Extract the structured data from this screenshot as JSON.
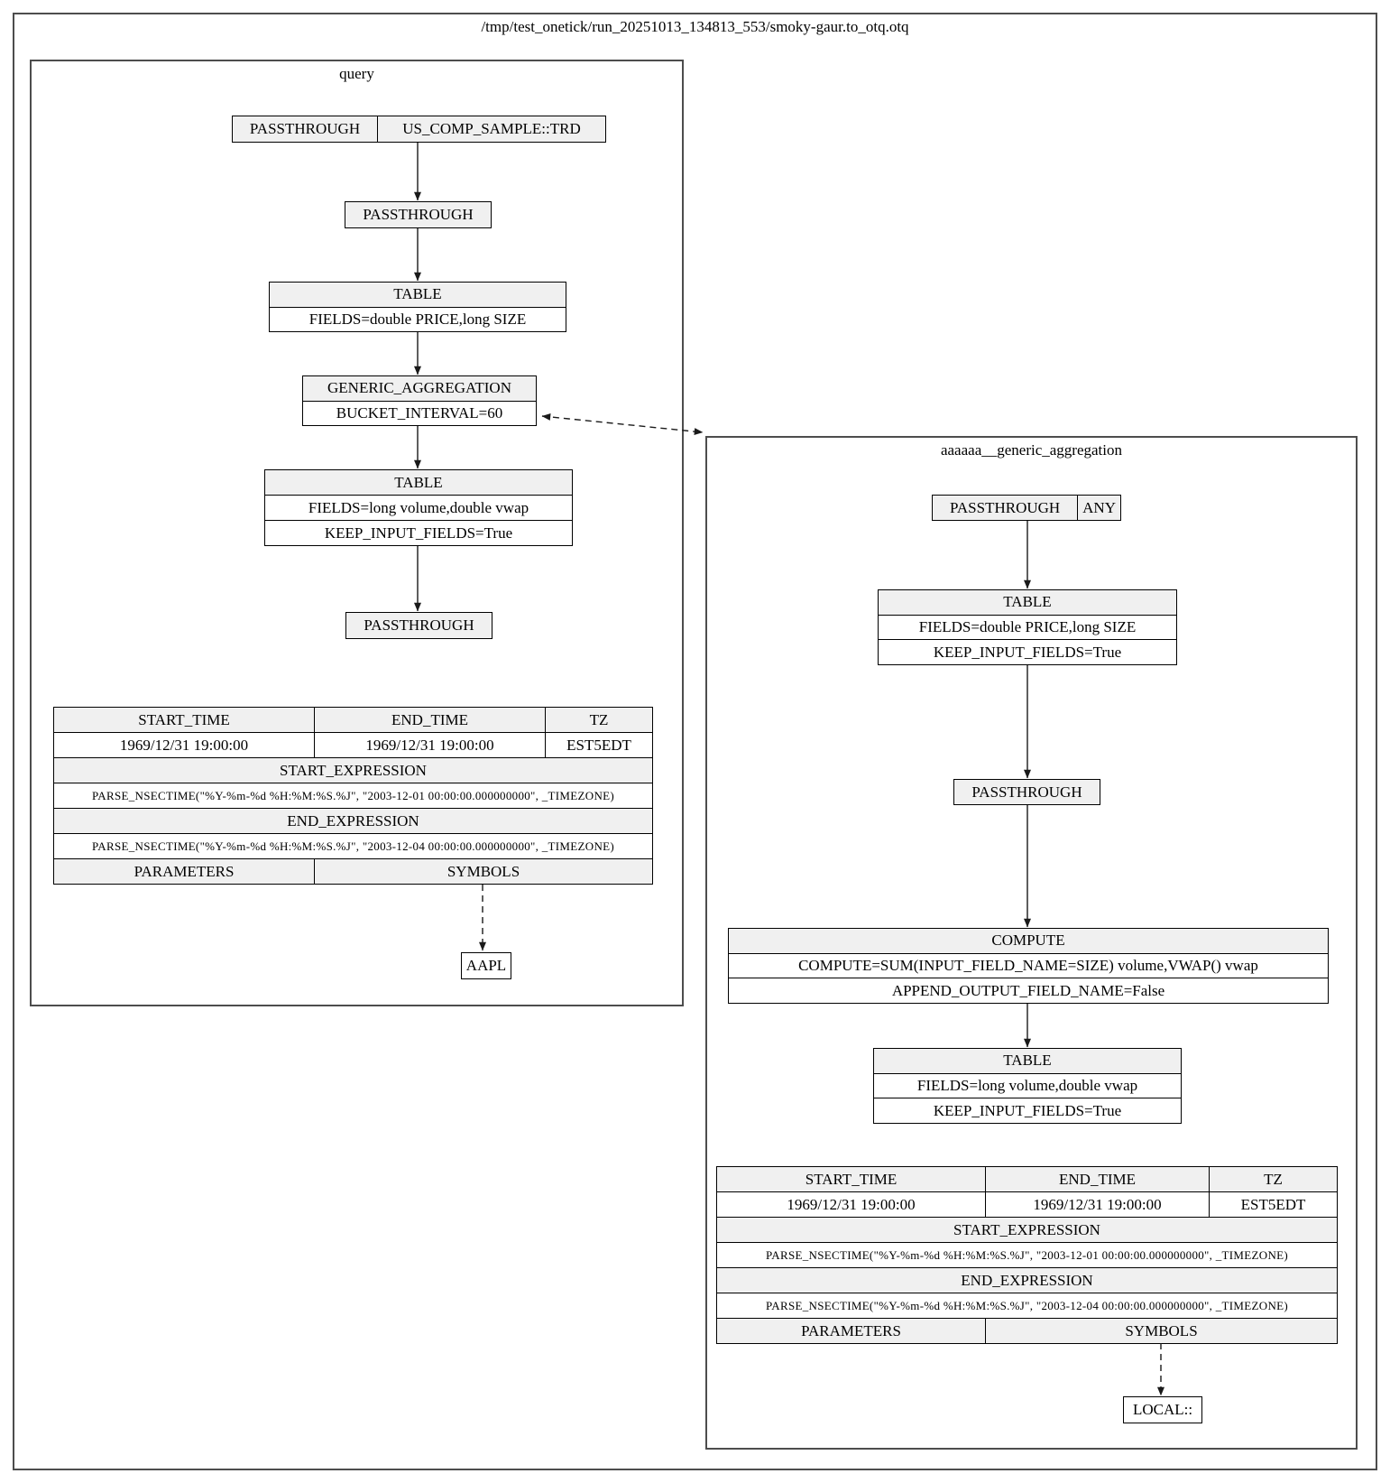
{
  "window": {
    "title": "/tmp/test_onetick/run_20251013_134813_553/smoky-gaur.to_otq.otq"
  },
  "colors": {
    "cell_fill": "#f0f0f0",
    "cluster_border": "#4d4d4d",
    "node_border": "#000000"
  },
  "clusters": {
    "query": {
      "label": "query",
      "source_node": {
        "op": "PASSTHROUGH",
        "symbol": "US_COMP_SAMPLE::TRD"
      },
      "passthrough1": "PASSTHROUGH",
      "table1": {
        "header": "TABLE",
        "row1": "FIELDS=double PRICE,long SIZE"
      },
      "generic_aggregation": {
        "header": "GENERIC_AGGREGATION",
        "row1": "BUCKET_INTERVAL=60"
      },
      "table2": {
        "header": "TABLE",
        "row1": "FIELDS=long volume,double vwap",
        "row2": "KEEP_INPUT_FIELDS=True"
      },
      "passthrough2": "PASSTHROUGH",
      "summary": {
        "start_time_label": "START_TIME",
        "end_time_label": "END_TIME",
        "tz_label": "TZ",
        "start_time": "1969/12/31 19:00:00",
        "end_time": "1969/12/31 19:00:00",
        "tz": "EST5EDT",
        "start_expression_label": "START_EXPRESSION",
        "start_expression": "PARSE_NSECTIME(\"%Y-%m-%d %H:%M:%S.%J\", \"2003-12-01 00:00:00.000000000\", _TIMEZONE)",
        "end_expression_label": "END_EXPRESSION",
        "end_expression": "PARSE_NSECTIME(\"%Y-%m-%d %H:%M:%S.%J\", \"2003-12-04 00:00:00.000000000\", _TIMEZONE)",
        "parameters_label": "PARAMETERS",
        "symbols_label": "SYMBOLS"
      },
      "symbol_node": "AAPL"
    },
    "agg": {
      "label": "aaaaaa__generic_aggregation",
      "source_node": {
        "op": "PASSTHROUGH",
        "symbol": "ANY"
      },
      "table1": {
        "header": "TABLE",
        "row1": "FIELDS=double PRICE,long SIZE",
        "row2": "KEEP_INPUT_FIELDS=True"
      },
      "passthrough1": "PASSTHROUGH",
      "compute": {
        "header": "COMPUTE",
        "row1": "COMPUTE=SUM(INPUT_FIELD_NAME=SIZE) volume,VWAP() vwap",
        "row2": "APPEND_OUTPUT_FIELD_NAME=False"
      },
      "table2": {
        "header": "TABLE",
        "row1": "FIELDS=long volume,double vwap",
        "row2": "KEEP_INPUT_FIELDS=True"
      },
      "summary": {
        "start_time_label": "START_TIME",
        "end_time_label": "END_TIME",
        "tz_label": "TZ",
        "start_time": "1969/12/31 19:00:00",
        "end_time": "1969/12/31 19:00:00",
        "tz": "EST5EDT",
        "start_expression_label": "START_EXPRESSION",
        "start_expression": "PARSE_NSECTIME(\"%Y-%m-%d %H:%M:%S.%J\", \"2003-12-01 00:00:00.000000000\", _TIMEZONE)",
        "end_expression_label": "END_EXPRESSION",
        "end_expression": "PARSE_NSECTIME(\"%Y-%m-%d %H:%M:%S.%J\", \"2003-12-04 00:00:00.000000000\", _TIMEZONE)",
        "parameters_label": "PARAMETERS",
        "symbols_label": "SYMBOLS"
      },
      "symbol_node": "LOCAL::"
    }
  }
}
